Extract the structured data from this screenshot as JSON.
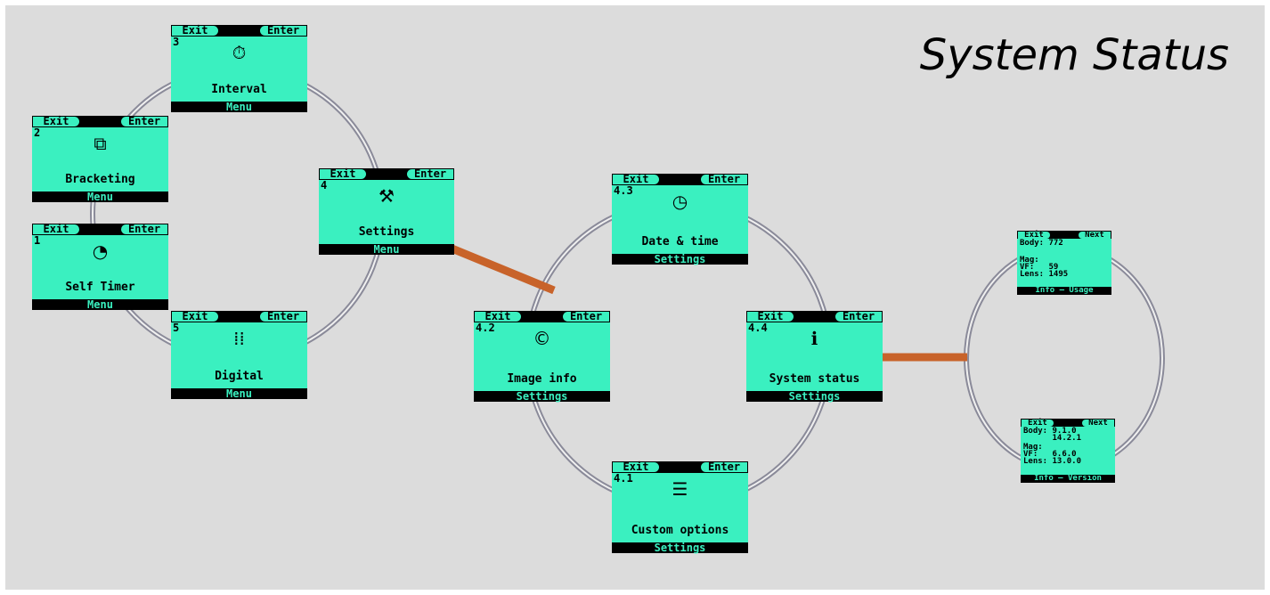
{
  "title": "System Status",
  "colors": {
    "screen": "#3af0c0",
    "bar": "#000000",
    "link": "#c8632a",
    "ring": "#8a8a99"
  },
  "screens": [
    {
      "id": "3",
      "num": "3",
      "icon": "stopwatch-grid-icon",
      "glyph": "⏱",
      "label": "Interval",
      "footer": "Menu",
      "left": "Exit",
      "right": "Enter"
    },
    {
      "id": "2",
      "num": "2",
      "icon": "bracketing-icon",
      "glyph": "⧉",
      "label": "Bracketing",
      "footer": "Menu",
      "left": "Exit",
      "right": "Enter"
    },
    {
      "id": "1",
      "num": "1",
      "icon": "self-timer-icon",
      "glyph": "◔",
      "label": "Self Timer",
      "footer": "Menu",
      "left": "Exit",
      "right": "Enter"
    },
    {
      "id": "5",
      "num": "5",
      "icon": "digital-icon",
      "glyph": "⁞⁞",
      "label": "Digital",
      "footer": "Menu",
      "left": "Exit",
      "right": "Enter"
    },
    {
      "id": "4",
      "num": "4",
      "icon": "hammer-icon",
      "glyph": "⚒",
      "label": "Settings",
      "footer": "Menu",
      "left": "Exit",
      "right": "Enter"
    },
    {
      "id": "4.3",
      "num": "4.3",
      "icon": "clock-icon",
      "glyph": "◷",
      "label": "Date & time",
      "footer": "Settings",
      "left": "Exit",
      "right": "Enter"
    },
    {
      "id": "4.2",
      "num": "4.2",
      "icon": "copyright-icon",
      "glyph": "©",
      "label": "Image info",
      "footer": "Settings",
      "left": "Exit",
      "right": "Enter"
    },
    {
      "id": "4.4",
      "num": "4.4",
      "icon": "info-icon",
      "glyph": "ℹ",
      "label": "System status",
      "footer": "Settings",
      "left": "Exit",
      "right": "Enter"
    },
    {
      "id": "4.1",
      "num": "4.1",
      "icon": "sliders-icon",
      "glyph": "☰",
      "label": "Custom options",
      "footer": "Settings",
      "left": "Exit",
      "right": "Enter"
    }
  ],
  "info_usage": {
    "left": "Exit",
    "right": "Next",
    "lines": [
      "Body: 772",
      "",
      "Mag:",
      "VF:   59",
      "Lens: 1495"
    ],
    "footer": "Info – Usage"
  },
  "info_version": {
    "left": "Exit",
    "right": "Next",
    "lines": [
      "Body: 9.1.0",
      "      14.2.1",
      "Mag:",
      "VF:   6.6.0",
      "Lens: 13.0.0"
    ],
    "footer": "Info – Version"
  }
}
